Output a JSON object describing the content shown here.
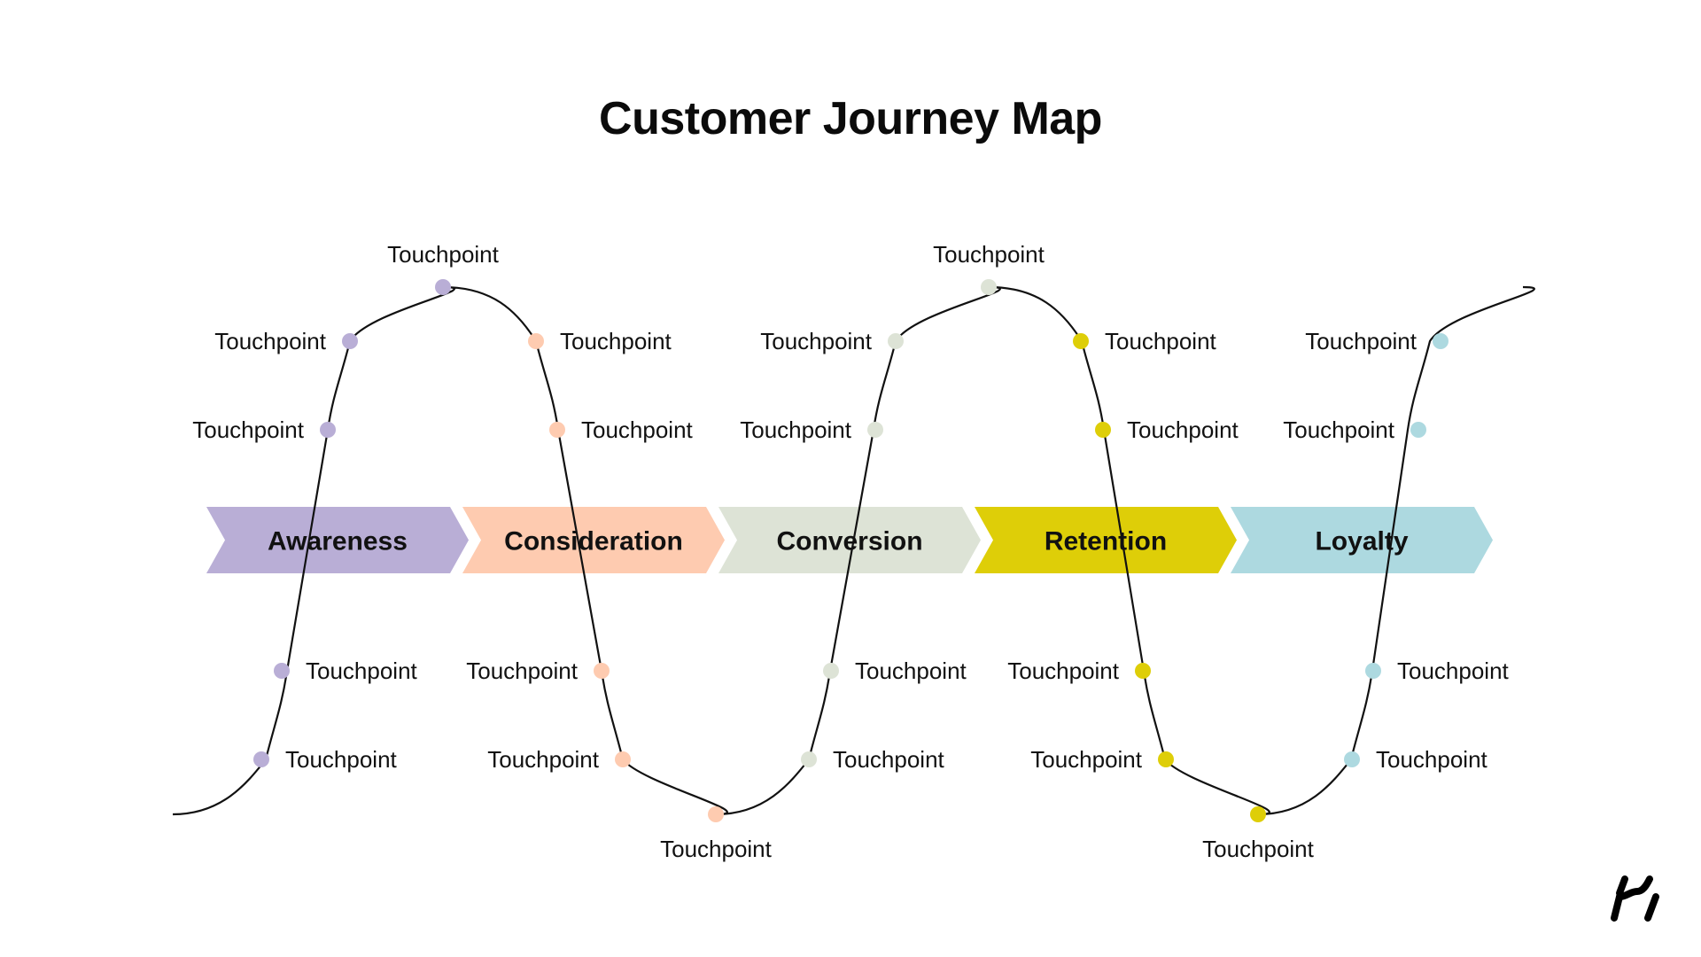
{
  "title": "Customer Journey Map",
  "stages": [
    {
      "label": "Awareness",
      "color": "#B9AED6"
    },
    {
      "label": "Consideration",
      "color": "#FECBB0"
    },
    {
      "label": "Conversion",
      "color": "#DDE3D6"
    },
    {
      "label": "Retention",
      "color": "#DECE08"
    },
    {
      "label": "Loyalty",
      "color": "#ADD9E0"
    }
  ],
  "touchpoints": [
    {
      "stage": 0,
      "label": "Touchpoint"
    },
    {
      "stage": 0,
      "label": "Touchpoint"
    },
    {
      "stage": 0,
      "label": "Touchpoint"
    },
    {
      "stage": 0,
      "label": "Touchpoint"
    },
    {
      "stage": 0,
      "label": "Touchpoint"
    },
    {
      "stage": 1,
      "label": "Touchpoint"
    },
    {
      "stage": 1,
      "label": "Touchpoint"
    },
    {
      "stage": 1,
      "label": "Touchpoint"
    },
    {
      "stage": 1,
      "label": "Touchpoint"
    },
    {
      "stage": 1,
      "label": "Touchpoint"
    },
    {
      "stage": 2,
      "label": "Touchpoint"
    },
    {
      "stage": 2,
      "label": "Touchpoint"
    },
    {
      "stage": 2,
      "label": "Touchpoint"
    },
    {
      "stage": 2,
      "label": "Touchpoint"
    },
    {
      "stage": 2,
      "label": "Touchpoint"
    },
    {
      "stage": 3,
      "label": "Touchpoint"
    },
    {
      "stage": 3,
      "label": "Touchpoint"
    },
    {
      "stage": 3,
      "label": "Touchpoint"
    },
    {
      "stage": 3,
      "label": "Touchpoint"
    },
    {
      "stage": 3,
      "label": "Touchpoint"
    },
    {
      "stage": 4,
      "label": "Touchpoint"
    },
    {
      "stage": 4,
      "label": "Touchpoint"
    },
    {
      "stage": 4,
      "label": "Touchpoint"
    },
    {
      "stage": 4,
      "label": "Touchpoint"
    }
  ],
  "curve_color": "#111111",
  "logo": {
    "name": "brand-logo"
  }
}
